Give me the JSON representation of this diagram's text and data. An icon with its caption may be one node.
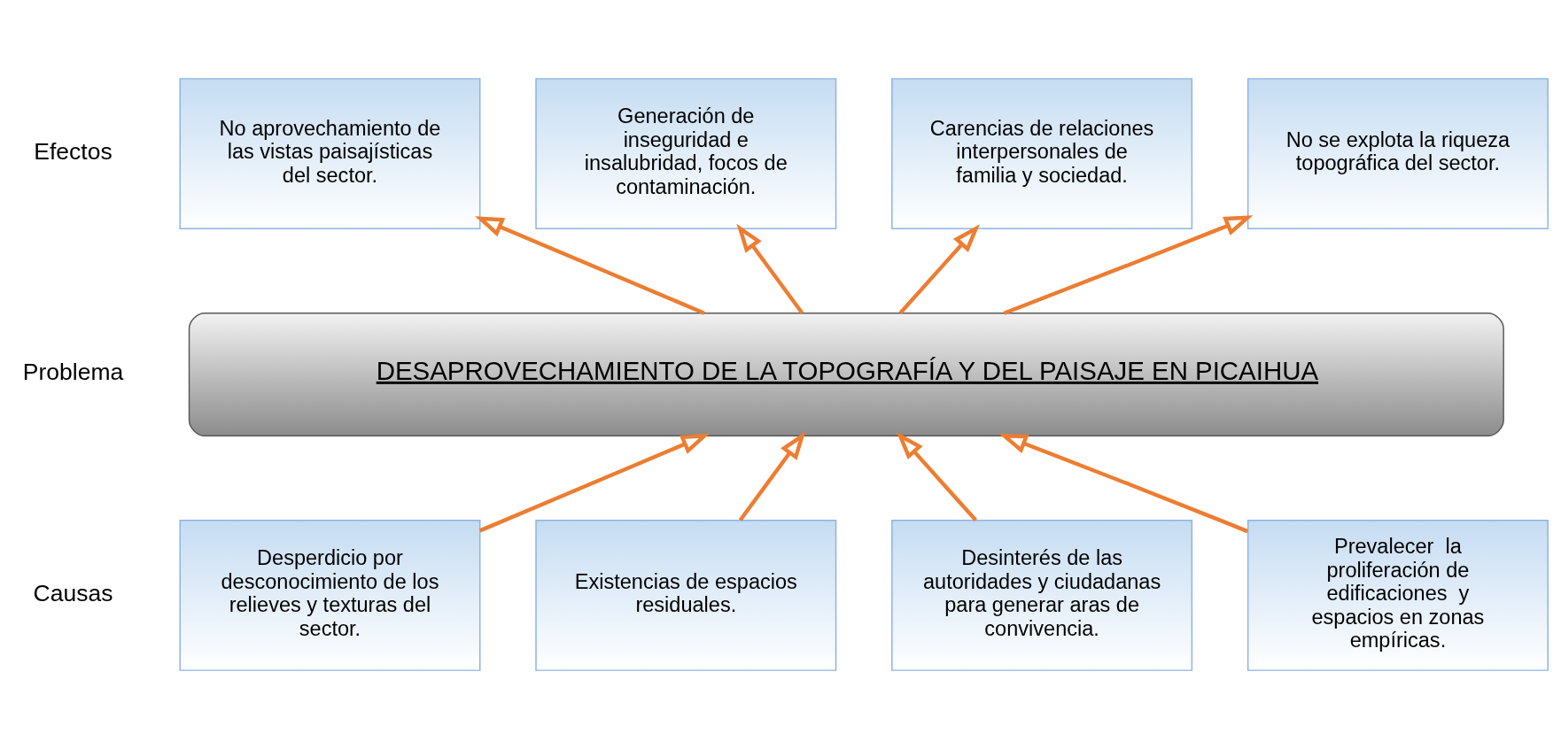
{
  "diagram": {
    "nodes": [
      {
        "text": [
          "No aprovechamiento de las vistas paisajísticas del sector."
        ]
      },
      {
        "text": [
          "Generación de inseguridad e insalubridad, focos de contaminación."
        ]
      },
      {
        "text": [
          "Carencias de relaciones interpersonales de familia y sociedad."
        ]
      },
      {
        "text": [
          "No se explota la riqueza topográfica del sector."
        ]
      },
      {
        "text": [
          "DESAPROVECHAMIENTO DE LA TOPOGRAFÍA Y DEL PAISAJE EN PICAIHUA"
        ]
      },
      {
        "text": [
          "Desperdicio por desconocimiento de los relieves y texturas del sector."
        ]
      },
      {
        "text": [
          "Existencias de espacios residuales."
        ]
      },
      {
        "text": [
          "Desinterés de las autoridades y ciudadanas para generar aras de convivencia."
        ]
      },
      {
        "text": [
          "Prevalecer  la proliferación de edificaciones  y espacios en zonas  empíricas."
        ]
      }
    ],
    "edges": [
      {
        "from": 4,
        "to": 0,
        "arrow": "to"
      },
      {
        "from": 4,
        "to": 1,
        "arrow": "to"
      },
      {
        "from": 4,
        "to": 2,
        "arrow": "to"
      },
      {
        "from": 4,
        "to": 3,
        "arrow": "to"
      },
      {
        "from": 5,
        "to": 4,
        "arrow": "to"
      },
      {
        "from": 6,
        "to": 4,
        "arrow": "to"
      },
      {
        "from": 7,
        "to": 4,
        "arrow": "to"
      },
      {
        "from": 8,
        "to": 4,
        "arrow": "to"
      }
    ],
    "labels": [
      "Efectos",
      "Problema",
      "Causas"
    ]
  }
}
